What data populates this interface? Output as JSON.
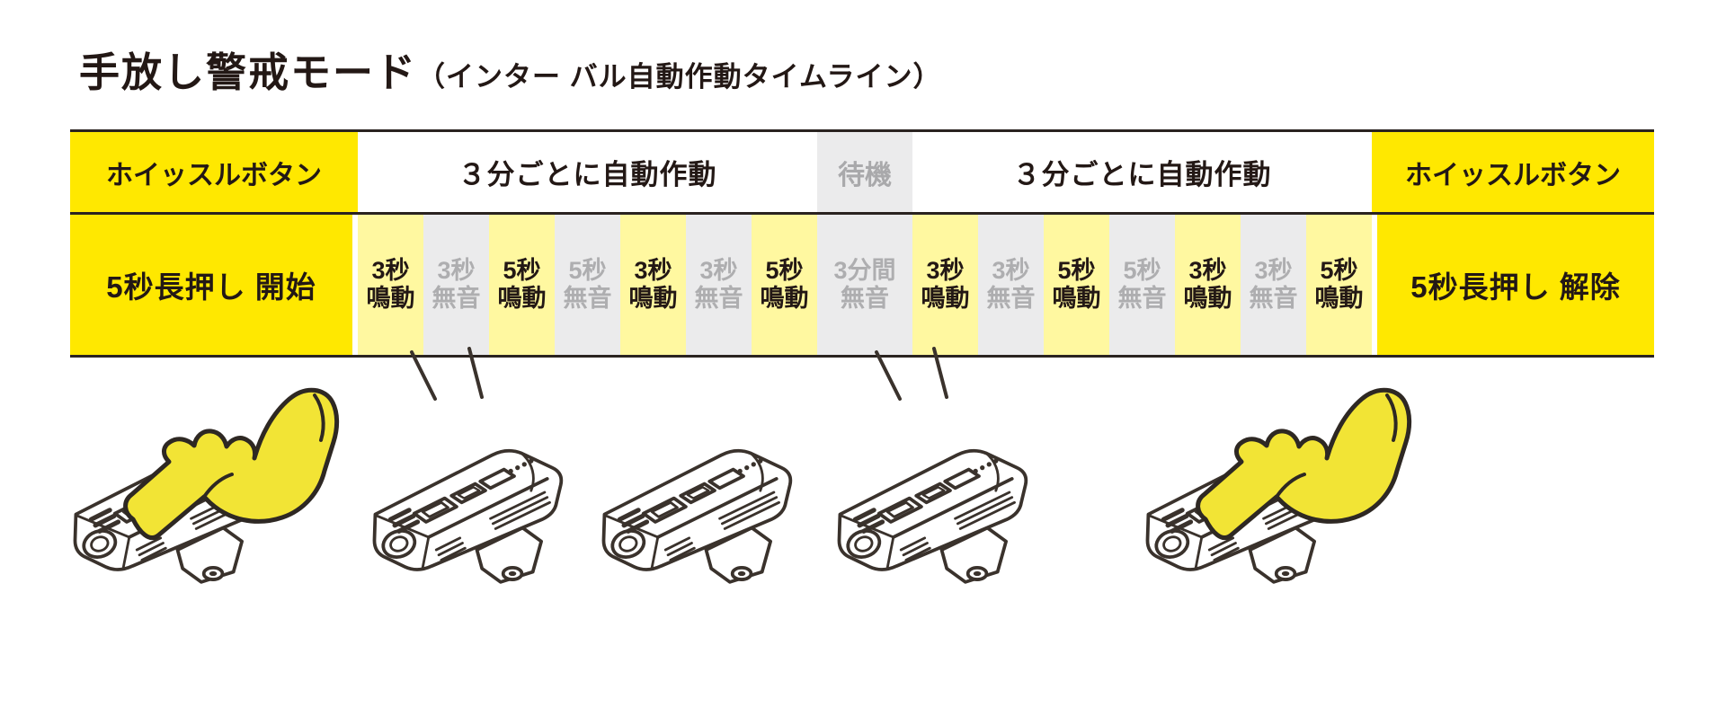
{
  "title": {
    "main": "手放し警戒モード",
    "sub": "（インター バル自動作動タイムライン）"
  },
  "palette": {
    "accent_yellow": "#ffe800",
    "pale_yellow": "#fff8a0",
    "gray_cell": "#ebebec",
    "gray_text": "#a9a9ab",
    "ink": "#231815",
    "hand_yellow": "#f2e435"
  },
  "header_row": {
    "whistle_left": "ホイッスルボタン",
    "auto_left": "３分ごとに自動作動",
    "standby": "待機",
    "auto_right": "３分ごとに自動作動",
    "whistle_right": "ホイッスルボタン"
  },
  "timeline_row": {
    "start": "5秒長押し 開始",
    "end": "5秒長押し 解除",
    "cells": [
      {
        "l1": "3秒",
        "l2": "鳴動",
        "state": "beep"
      },
      {
        "l1": "3秒",
        "l2": "無音",
        "state": "silent"
      },
      {
        "l1": "5秒",
        "l2": "鳴動",
        "state": "beep"
      },
      {
        "l1": "5秒",
        "l2": "無音",
        "state": "silent"
      },
      {
        "l1": "3秒",
        "l2": "鳴動",
        "state": "beep"
      },
      {
        "l1": "3秒",
        "l2": "無音",
        "state": "silent"
      },
      {
        "l1": "5秒",
        "l2": "鳴動",
        "state": "beep"
      },
      {
        "l1": "3分間",
        "l2": "無音",
        "state": "wait"
      },
      {
        "l1": "3秒",
        "l2": "鳴動",
        "state": "beep"
      },
      {
        "l1": "3秒",
        "l2": "無音",
        "state": "silent"
      },
      {
        "l1": "5秒",
        "l2": "鳴動",
        "state": "beep"
      },
      {
        "l1": "5秒",
        "l2": "無音",
        "state": "silent"
      },
      {
        "l1": "3秒",
        "l2": "鳴動",
        "state": "beep"
      },
      {
        "l1": "3秒",
        "l2": "無音",
        "state": "silent"
      },
      {
        "l1": "5秒",
        "l2": "鳴動",
        "state": "beep"
      }
    ]
  },
  "illustrations": [
    {
      "name": "press-start-device",
      "hand": true,
      "alert": false
    },
    {
      "name": "auto-alert-device-1",
      "hand": false,
      "alert": true
    },
    {
      "name": "standby-device",
      "hand": false,
      "alert": false
    },
    {
      "name": "auto-alert-device-2",
      "hand": false,
      "alert": true
    },
    {
      "name": "press-release-device",
      "hand": true,
      "alert": false
    }
  ]
}
